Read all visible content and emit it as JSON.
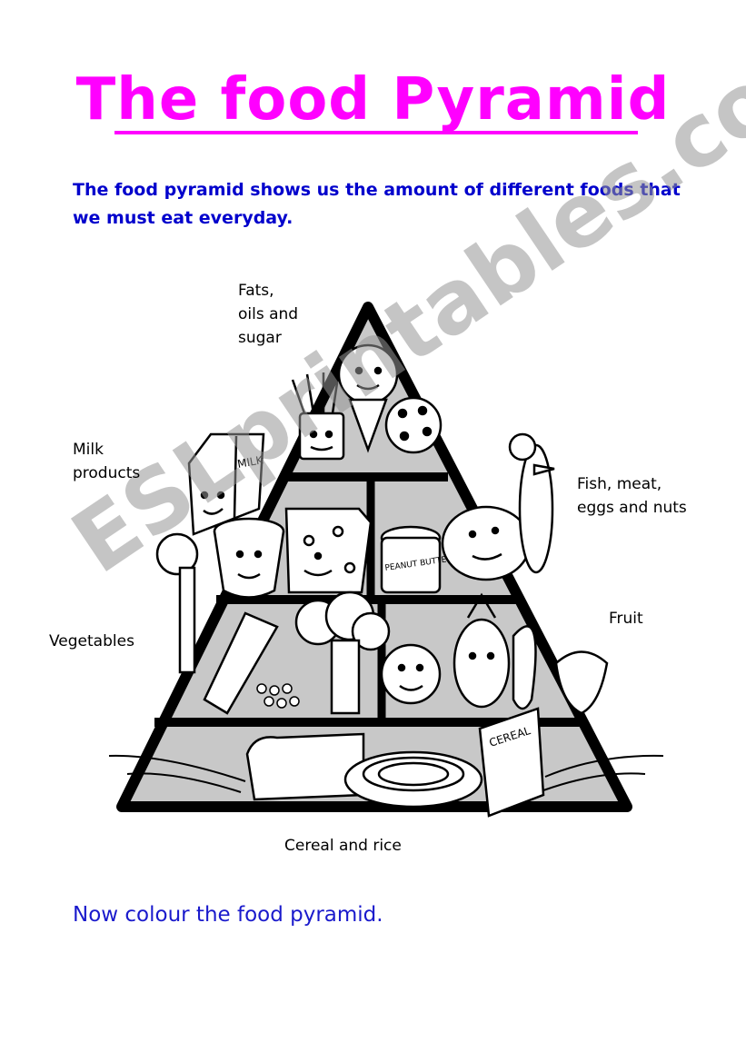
{
  "title": "The food Pyramid",
  "intro": "The food pyramid shows us the amount of different foods that we must eat everyday.",
  "labels": {
    "fats": "Fats,\noils and\nsugar",
    "milk": "Milk\nproducts",
    "fish": "Fish, meat,\neggs and nuts",
    "fruit": "Fruit",
    "vegetables": "Vegetables",
    "cereal": "Cereal and rice"
  },
  "illustration_text": {
    "milk_carton": "MILK",
    "peanut_butter": "PEANUT BUTTER",
    "cereal_box": "CEREAL"
  },
  "watermark": "ESLprintables.com",
  "instruction": "Now colour the food pyramid.",
  "colors": {
    "title": "#ff00ff",
    "intro": "#0000cc",
    "pyramid_fill": "#c8c8c8",
    "pyramid_outline": "#000000"
  }
}
